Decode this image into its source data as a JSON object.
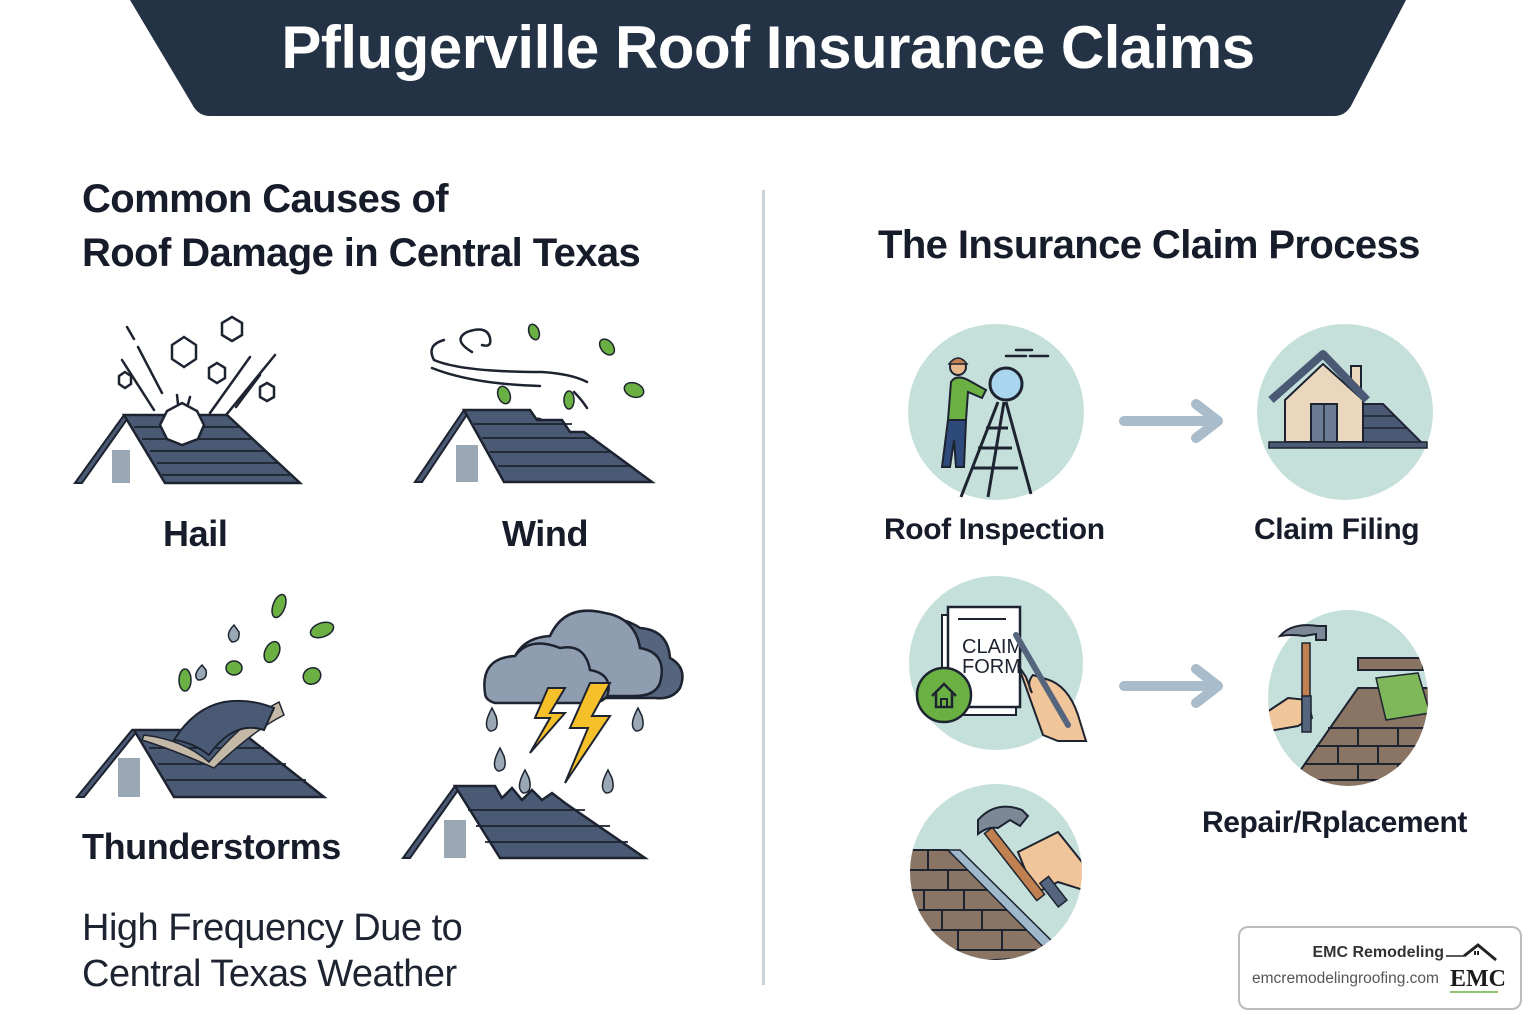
{
  "header": {
    "title": "Pflugerville Roof Insurance Claims",
    "background": "#243246"
  },
  "causes": {
    "title_line1": "Common Causes of",
    "title_line2": "Roof Damage in Central Texas",
    "items": [
      {
        "label": "Hail",
        "icon": "hail-roof-icon"
      },
      {
        "label": "Wind",
        "icon": "wind-roof-icon"
      },
      {
        "label": "Thunderstorms",
        "icon": "thunderstorm-roof-icon"
      },
      {
        "label": "",
        "icon": "lightning-rain-roof-icon"
      }
    ],
    "note_line1": "High Frequency Due to",
    "note_line2": "Central Texas Weather"
  },
  "process": {
    "title": "The Insurance Claim Process",
    "steps": [
      {
        "label": "Roof Inspection",
        "icon": "inspector-ladder-icon"
      },
      {
        "label": "Claim Filing",
        "icon": "house-icon"
      },
      {
        "label": "",
        "icon": "claim-form-icon",
        "form_text_1": "CLAIM",
        "form_text_2": "FORM"
      },
      {
        "label": "Repair/Rplacement",
        "icon": "hammer-shingles-icon"
      },
      {
        "label": "",
        "icon": "hammer-roof-icon"
      }
    ],
    "circle_color": "#c5e0da",
    "arrow_color": "#a9bccb"
  },
  "brand": {
    "name": "EMC Remodeling",
    "url": "emcremodelingroofing.com",
    "logo_text": "EMC"
  },
  "colors": {
    "roof": "#4a5a75",
    "roof_dark": "#2d3648",
    "leaf": "#6bb043",
    "bolt": "#f5c02a",
    "door": "#9aa8b5"
  }
}
